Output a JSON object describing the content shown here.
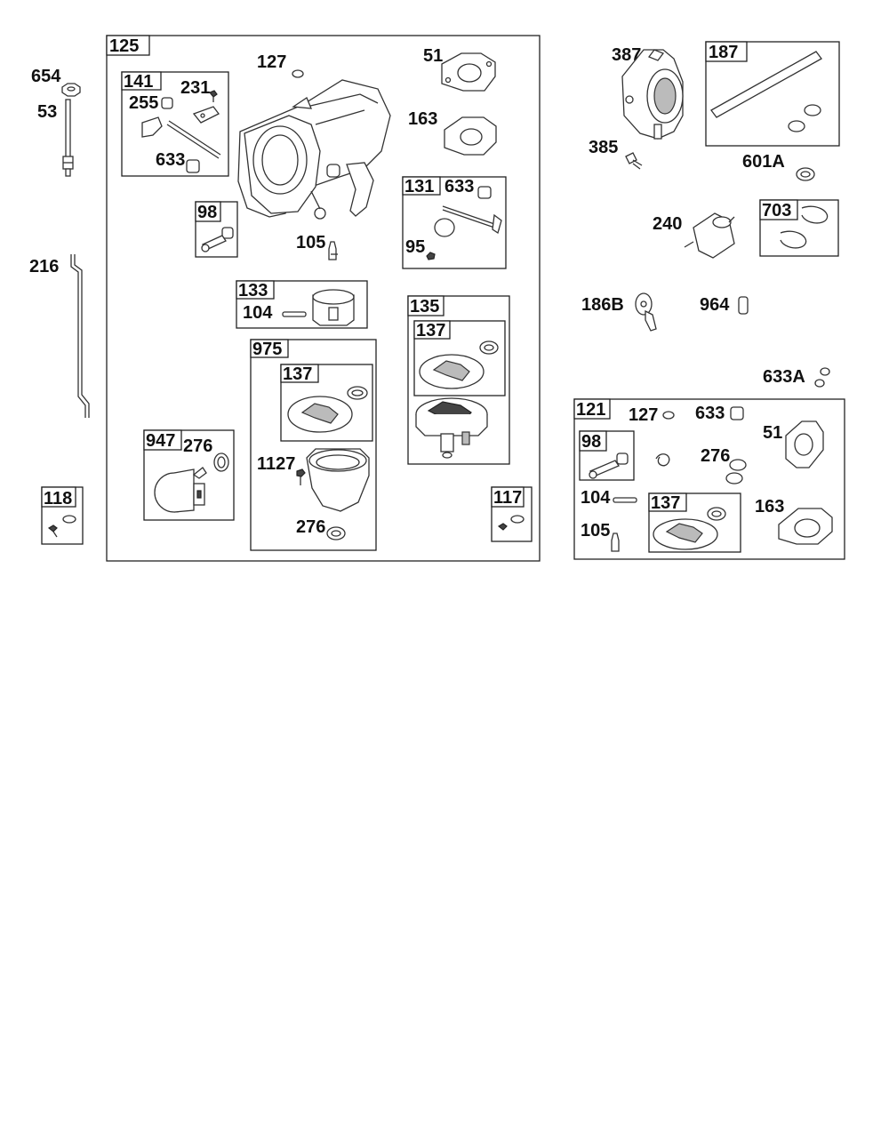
{
  "assemblies": {
    "carburetor": "125",
    "choke_shaft_kit": "141",
    "float_kit": "133",
    "fuel_bowl_kit": "975",
    "float_bowl_kit": "135",
    "gasket_kit_975": "137",
    "gasket_kit_135": "137",
    "gasket_kit_121": "137",
    "throttle_shaft_kit": "131",
    "idle_screw_kit": "98",
    "idle_screw_kit_121": "98",
    "solenoid_kit": "947",
    "screw_kit_118": "118",
    "screw_kit_117": "117",
    "fuel_line": "187",
    "clamp_kit": "703",
    "overhaul_kit": "121"
  },
  "parts": {
    "p654": "654",
    "p53": "53",
    "p216": "216",
    "p127": "127",
    "p51": "51",
    "p163": "163",
    "p231": "231",
    "p255": "255",
    "p633_141": "633",
    "p633_131": "633",
    "p95": "95",
    "p105": "105",
    "p104": "104",
    "p1127": "1127",
    "p276_975": "276",
    "p276_947": "276",
    "p387": "387",
    "p385": "385",
    "p601A": "601A",
    "p240": "240",
    "p186B": "186B",
    "p964": "964",
    "p633A": "633A",
    "k127": "127",
    "k633": "633",
    "k276": "276",
    "k51": "51",
    "k104": "104",
    "k105": "105",
    "k163": "163"
  }
}
